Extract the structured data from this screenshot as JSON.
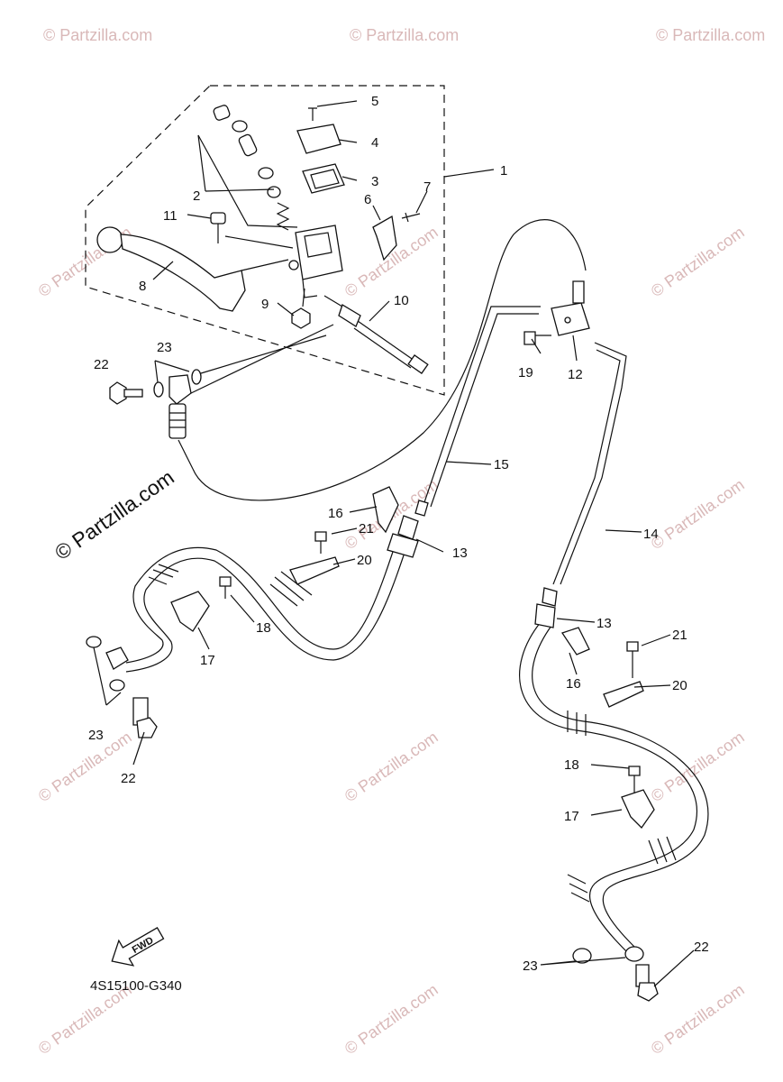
{
  "diagram": {
    "code": "4S15100-G340",
    "fwd_label": "FWD",
    "watermark": "© Partzilla.com",
    "watermark_short": "© Partzilla.com",
    "labels": {
      "l1": "1",
      "l2": "2",
      "l3": "3",
      "l4": "4",
      "l5": "5",
      "l6": "6",
      "l7": "7",
      "l8": "8",
      "l9": "9",
      "l10": "10",
      "l11": "11",
      "l12": "12",
      "l13a": "13",
      "l13b": "13",
      "l14": "14",
      "l15": "15",
      "l16a": "16",
      "l16b": "16",
      "l17a": "17",
      "l17b": "17",
      "l18a": "18",
      "l18b": "18",
      "l19": "19",
      "l20a": "20",
      "l20b": "20",
      "l21a": "21",
      "l21b": "21",
      "l22a": "22",
      "l22b": "22",
      "l22c": "22",
      "l23a": "23",
      "l23b": "23",
      "l23c": "23"
    }
  }
}
